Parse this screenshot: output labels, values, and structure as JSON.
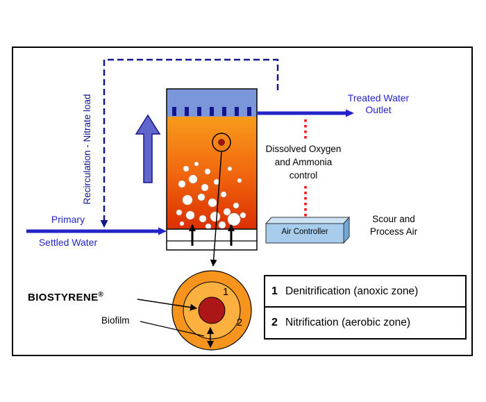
{
  "diagram": {
    "recirculation_label": "Recirculation - Nitrate load",
    "treated_water": {
      "line1": "Treated Water",
      "line2": "Outlet"
    },
    "primary_water": {
      "line1": "Primary",
      "line2": "Settled Water"
    },
    "dissolved_control": {
      "line1": "Dissolved Oxygen",
      "line2": "and Ammonia",
      "line3": "control"
    },
    "air_controller_label": "Air Controller",
    "scour_air": {
      "line1": "Scour and",
      "line2": "Process Air"
    },
    "biostyrene": {
      "name": "BIOSTYRENE",
      "reg": "®"
    },
    "biofilm_label": "Biofilm",
    "bead": {
      "zone1": "1",
      "zone2": "2"
    },
    "legend": {
      "items": [
        {
          "num": "1",
          "text": "Denitrification (anoxic zone)"
        },
        {
          "num": "2",
          "text": "Nitrification (aerobic zone)"
        }
      ]
    },
    "colors": {
      "water_blue": "#2323C8",
      "recirculation_navy": "#15158C",
      "reactor_top_blue": "#7B96D9",
      "media_orange": "#F7941E",
      "biofilm_orange": "#FBB040",
      "core_red": "#AC1616",
      "control_dotted_red": "#FF0000",
      "air_controller_blue": "#A8CCEC"
    }
  }
}
